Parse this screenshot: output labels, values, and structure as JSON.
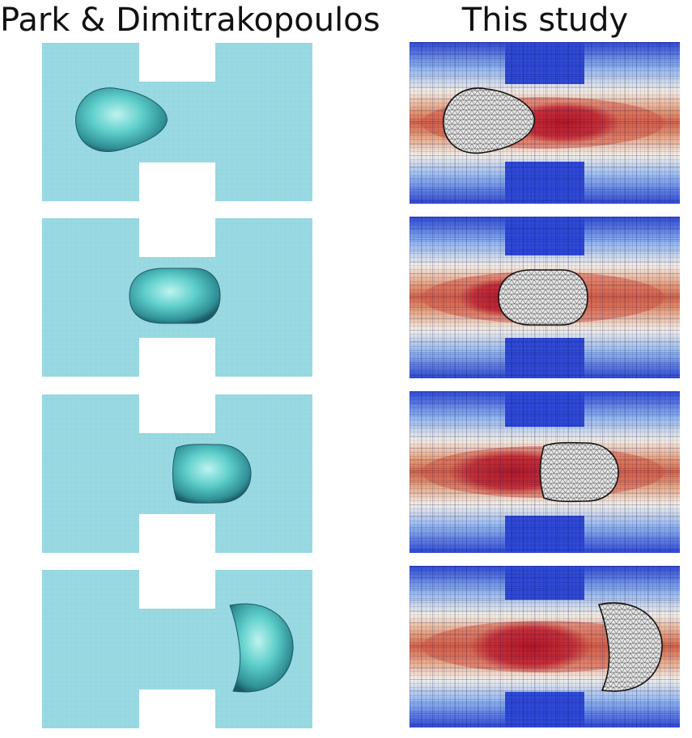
{
  "titles": {
    "left": "Park & Dimitrakopoulos",
    "right": "This study"
  },
  "frames": [
    {
      "index": 1,
      "droplet_position": 0.28,
      "droplet_shape": "teardrop"
    },
    {
      "index": 2,
      "droplet_position": 0.45,
      "droplet_shape": "capsule"
    },
    {
      "index": 3,
      "droplet_position": 0.62,
      "droplet_shape": "flat-back"
    },
    {
      "index": 4,
      "droplet_position": 0.82,
      "droplet_shape": "crescent"
    }
  ],
  "colors": {
    "channel_fluid": "#99d9e2",
    "droplet_teal": "#4ec4c0",
    "field_high": "#b2182b",
    "field_mid": "#f7f7f7",
    "field_low": "#2f49d6",
    "mesh_droplet": "#e6e6e6"
  }
}
